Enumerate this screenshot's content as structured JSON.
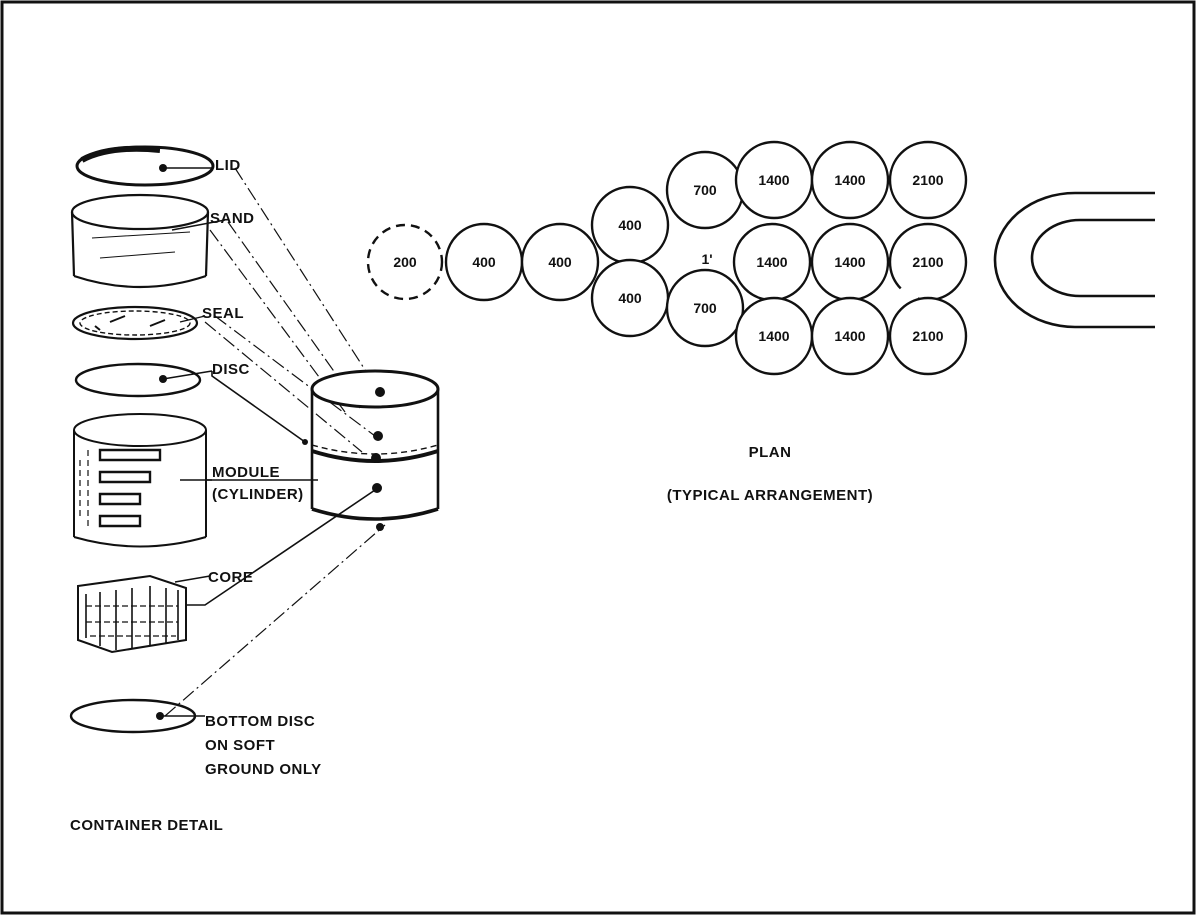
{
  "container_detail": {
    "labels": {
      "lid": "LID",
      "sand": "SAND",
      "seal": "SEAL",
      "disc": "DISC",
      "module_line1": "MODULE",
      "module_line2": "(CYLINDER)",
      "core": "CORE",
      "bottom_line1": "BOTTOM DISC",
      "bottom_line2": "ON SOFT",
      "bottom_line3": "GROUND ONLY"
    },
    "caption": "CONTAINER DETAIL"
  },
  "plan": {
    "title": "PLAN",
    "subtitle": "(TYPICAL ARRANGEMENT)",
    "modules": {
      "m200": "200",
      "m400a": "400",
      "m400b": "400",
      "m400c": "400",
      "m400d": "400",
      "m700a": "700",
      "m700b": "700",
      "m1a": "1'",
      "m1400a": "1400",
      "m1400b": "1400",
      "m1400c": "1400",
      "m1400d": "1400",
      "m1400e": "1400",
      "m1400f": "1400",
      "m2100a": "2100",
      "m2100b": "2100",
      "m2100c": "2100"
    }
  }
}
